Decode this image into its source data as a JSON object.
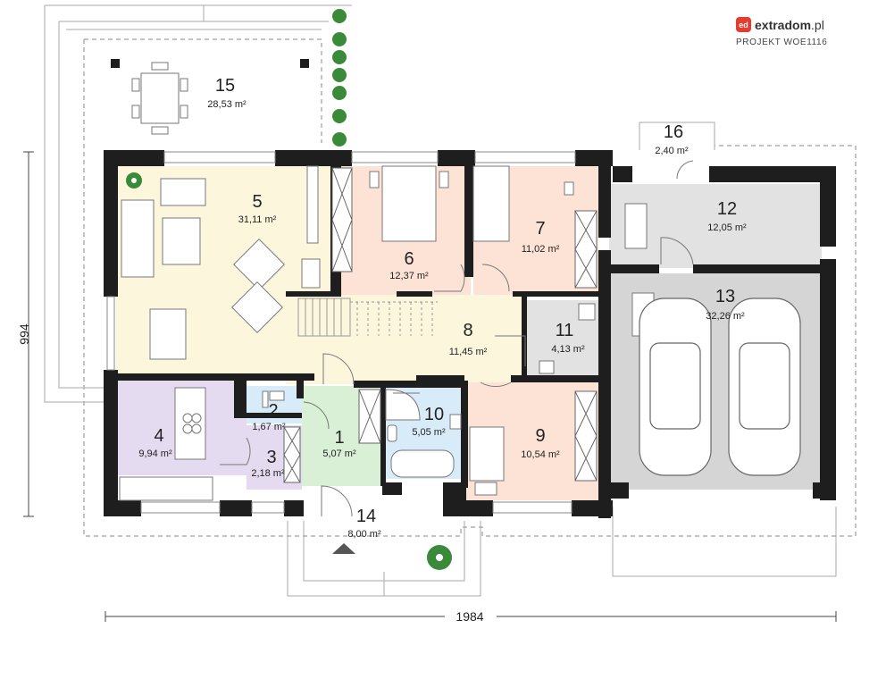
{
  "brand": {
    "name_bold": "extradom",
    "name_suffix": ".pl",
    "logo_text": "ed",
    "project": "PROJEKT WOE1116"
  },
  "dimensions": {
    "height": "994",
    "width": "1984"
  },
  "rooms": [
    {
      "id": "1",
      "area": "5,07 m²"
    },
    {
      "id": "2",
      "area": "1,67 m²"
    },
    {
      "id": "3",
      "area": "2,18 m²"
    },
    {
      "id": "4",
      "area": "9,94 m²"
    },
    {
      "id": "5",
      "area": "31,11 m²"
    },
    {
      "id": "6",
      "area": "12,37 m²"
    },
    {
      "id": "7",
      "area": "11,02 m²"
    },
    {
      "id": "8",
      "area": "11,45 m²"
    },
    {
      "id": "9",
      "area": "10,54 m²"
    },
    {
      "id": "10",
      "area": "5,05 m²"
    },
    {
      "id": "11",
      "area": "4,13 m²"
    },
    {
      "id": "12",
      "area": "12,05 m²"
    },
    {
      "id": "13",
      "area": "32,26 m²"
    },
    {
      "id": "14",
      "area": "8,00 m²"
    },
    {
      "id": "15",
      "area": "28,53 m²"
    },
    {
      "id": "16",
      "area": "2,40 m²"
    }
  ],
  "colors": {
    "wall": "#1e1e1e",
    "living": "#fbf6dc",
    "bedroom": "#fde3d5",
    "kitchen": "#e4dbf0",
    "bath": "#d8ebf8",
    "hall": "#d9efd6",
    "utility": "#e2e2e2",
    "garage": "#d5d5d5"
  }
}
